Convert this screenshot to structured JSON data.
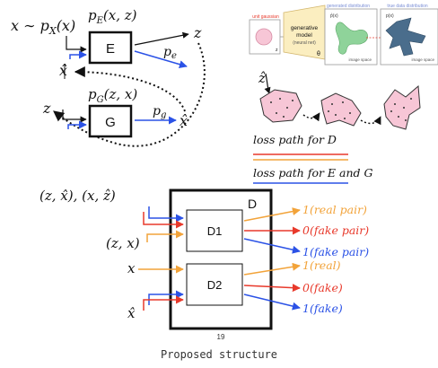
{
  "colors": {
    "black": "#111111",
    "blue": "#2b52e6",
    "red": "#e8392b",
    "orange": "#f2a33a",
    "pink": "#f7c6d6",
    "green": "#8fd39a",
    "slate": "#4a6d8c",
    "model_box": "#fbeec0",
    "panel_header": "#7b8fd6"
  },
  "top_left": {
    "sample_label": "x ∼ p",
    "sample_sub": "X",
    "sample_arg": "(x)",
    "encoder_dist": "p",
    "encoder_dist_sub": "E",
    "encoder_dist_arg": "(x, z)",
    "encoder_box": "E",
    "z_out": "z",
    "pe": "p",
    "pe_sub": "e",
    "x_hat_left": "x̂",
    "generator_dist": "p",
    "generator_dist_sub": "G",
    "generator_dist_arg": "(z, x)",
    "z_in": "z",
    "generator_box": "G",
    "pg": "p",
    "pg_sub": "g",
    "x_hat_right": "x̂"
  },
  "top_right": {
    "panel1_header": "unit gaussian",
    "panel1_z": "z",
    "model_line1": "generative",
    "model_line2": "model",
    "model_line3": "(neural net)",
    "model_theta": "θ",
    "panel2_header": "generated distribution",
    "panel2_label": "p̂(x)",
    "panel2_footer": "image space",
    "panel3_header": "true data distribution",
    "panel3_label": "p(x)",
    "panel3_footer": "image space",
    "z_hat": "ẑ"
  },
  "legend": {
    "loss_d": "loss path for D",
    "loss_eg": "loss path for E and G"
  },
  "discriminator": {
    "label_D": "D",
    "input1": "(z, x̂), (x, ẑ)",
    "input2": "(z, x)",
    "input3": "x",
    "input4": "x̂",
    "d1": "D1",
    "d2": "D2",
    "out1": "1(real pair)",
    "out2": "0(fake pair)",
    "out3": "1(fake pair)",
    "out4": "1(real)",
    "out5": "0(fake)",
    "out6": "1(fake)",
    "page_number": "19"
  },
  "caption": "Proposed structure"
}
